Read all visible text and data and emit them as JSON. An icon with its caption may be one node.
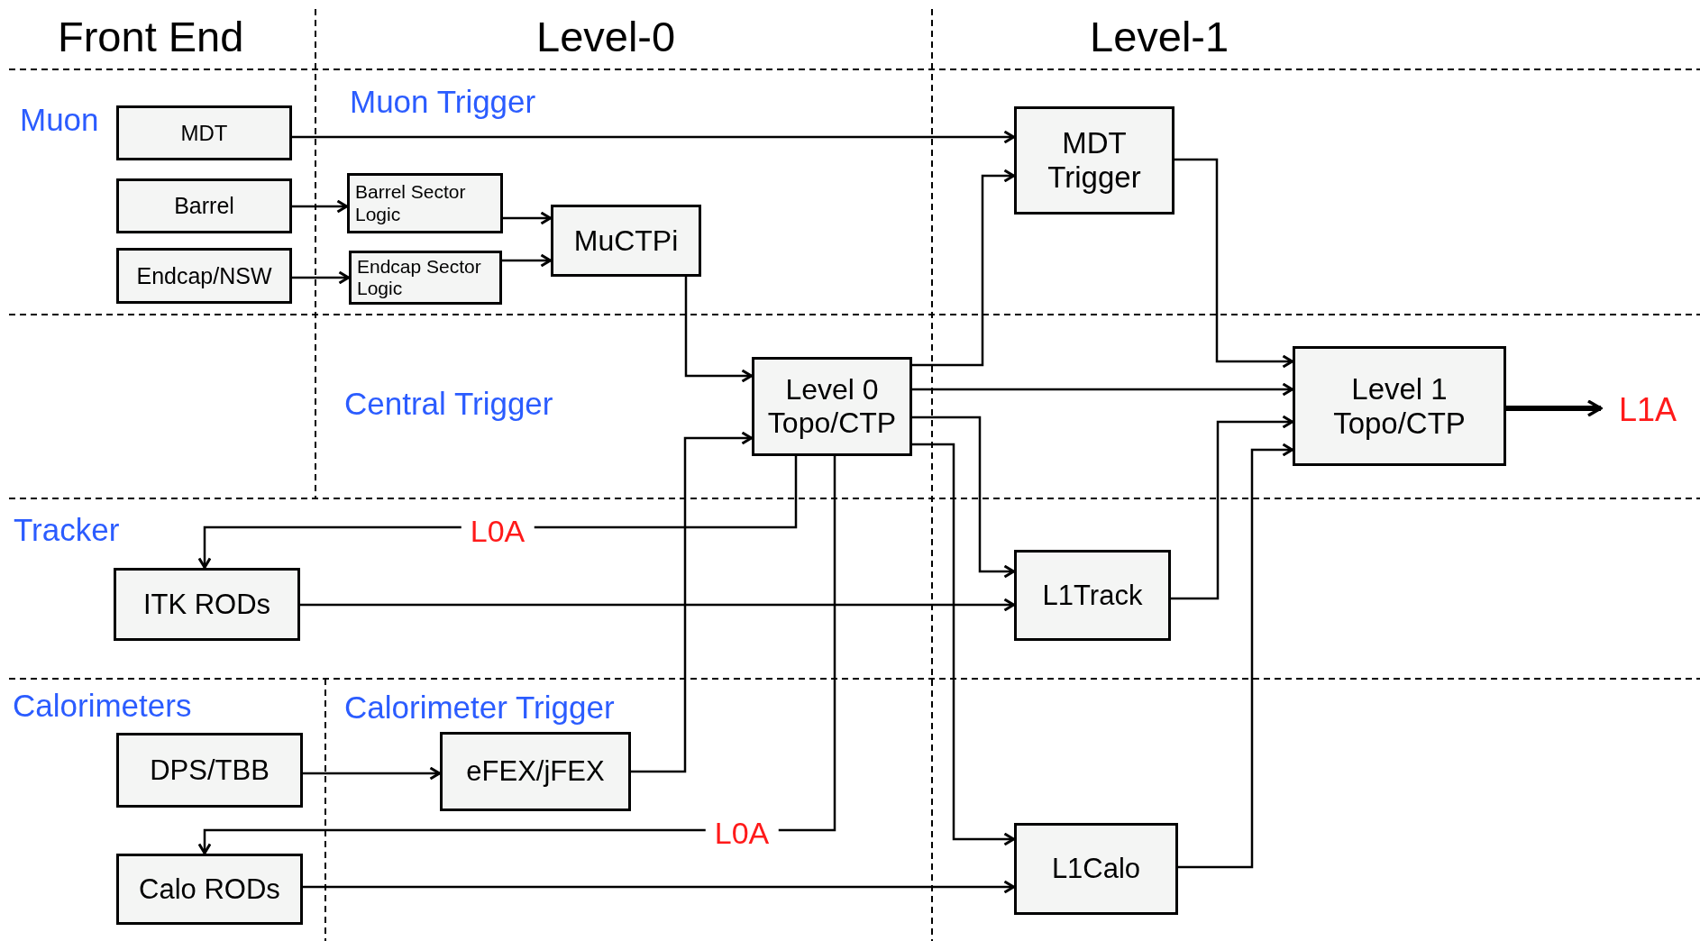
{
  "diagram": {
    "nodes": [
      {
        "text": [
          "MDT"
        ]
      },
      {
        "text": [
          "Barrel"
        ]
      },
      {
        "text": [
          "Endcap/NSW"
        ]
      },
      {
        "text": [
          "Barrel Sector Logic"
        ]
      },
      {
        "text": [
          "Endcap Sector Logic"
        ]
      },
      {
        "text": [
          "MuCTPi"
        ]
      },
      {
        "text": [
          "MDT Trigger"
        ]
      },
      {
        "text": [
          "Level 0 Topo/CTP"
        ]
      },
      {
        "text": [
          "Level 1 Topo/CTP"
        ]
      },
      {
        "text": [
          "L1A"
        ]
      },
      {
        "text": [
          "ITK RODs"
        ]
      },
      {
        "text": [
          "L1Track"
        ]
      },
      {
        "text": [
          "DPS/TBB"
        ]
      },
      {
        "text": [
          "eFEX/jFEX"
        ]
      },
      {
        "text": [
          "Calo RODs"
        ]
      },
      {
        "text": [
          "L1Calo"
        ]
      }
    ],
    "edges": [
      {
        "from": 0,
        "to": 6,
        "arrow": "to"
      },
      {
        "from": 1,
        "to": 3,
        "arrow": "to"
      },
      {
        "from": 2,
        "to": 4,
        "arrow": "to"
      },
      {
        "from": 3,
        "to": 5,
        "arrow": "to"
      },
      {
        "from": 4,
        "to": 5,
        "arrow": "to"
      },
      {
        "from": 5,
        "to": 7,
        "arrow": "to"
      },
      {
        "from": 13,
        "to": 7,
        "arrow": "to"
      },
      {
        "from": 7,
        "to": 6,
        "arrow": "to"
      },
      {
        "from": 7,
        "to": 8,
        "arrow": "to"
      },
      {
        "from": 7,
        "to": 11,
        "arrow": "to"
      },
      {
        "from": 7,
        "to": 15,
        "arrow": "to"
      },
      {
        "from": 6,
        "to": 8,
        "arrow": "to"
      },
      {
        "from": 11,
        "to": 8,
        "arrow": "to"
      },
      {
        "from": 15,
        "to": 8,
        "arrow": "to"
      },
      {
        "from": 10,
        "to": 11,
        "arrow": "to"
      },
      {
        "from": 14,
        "to": 15,
        "arrow": "to"
      },
      {
        "from": 12,
        "to": 13,
        "arrow": "to"
      },
      {
        "from": 7,
        "to": 10,
        "arrow": "to",
        "label": "L0A"
      },
      {
        "from": 7,
        "to": 14,
        "arrow": "to",
        "label": "L0A"
      },
      {
        "from": 8,
        "to": 9,
        "arrow": "to",
        "style": "thick"
      }
    ],
    "labels": [
      "Front End",
      "Level-0",
      "Level-1",
      "Muon",
      "Muon Trigger",
      "Central Trigger",
      "Tracker",
      "Calorimeters",
      "Calorimeter Trigger"
    ]
  }
}
